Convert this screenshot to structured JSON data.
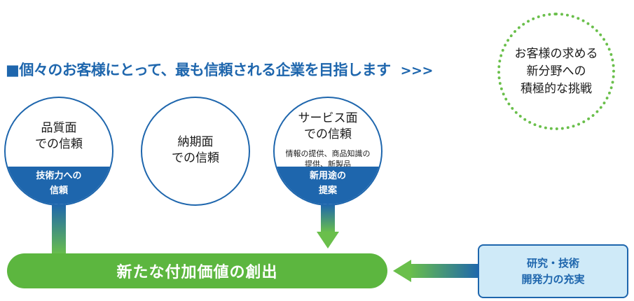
{
  "heading": {
    "text": "■個々のお客様にとって、最も信頼される企業を目指します",
    "arrows": ">>>"
  },
  "new_field": {
    "text": "お客様の求める\n新分野への\n積極的な挑戦"
  },
  "circles": [
    {
      "title": "品質面\nでの信頼",
      "band": "技術力への\n信頼"
    },
    {
      "title": "納期面\nでの信頼"
    },
    {
      "title": "サービス面\nでの信頼",
      "sub": "情報の提供、商品知識の\n提供、新製品",
      "band": "新用途の\n提案"
    }
  ],
  "result_bar": {
    "text": "新たな付加価値の創出"
  },
  "rnd_box": {
    "text": "研究・技術\n開発力の充実"
  },
  "colors": {
    "blue": "#1e66ad",
    "green": "#5cb63f",
    "light_blue": "#cfeaf8"
  }
}
